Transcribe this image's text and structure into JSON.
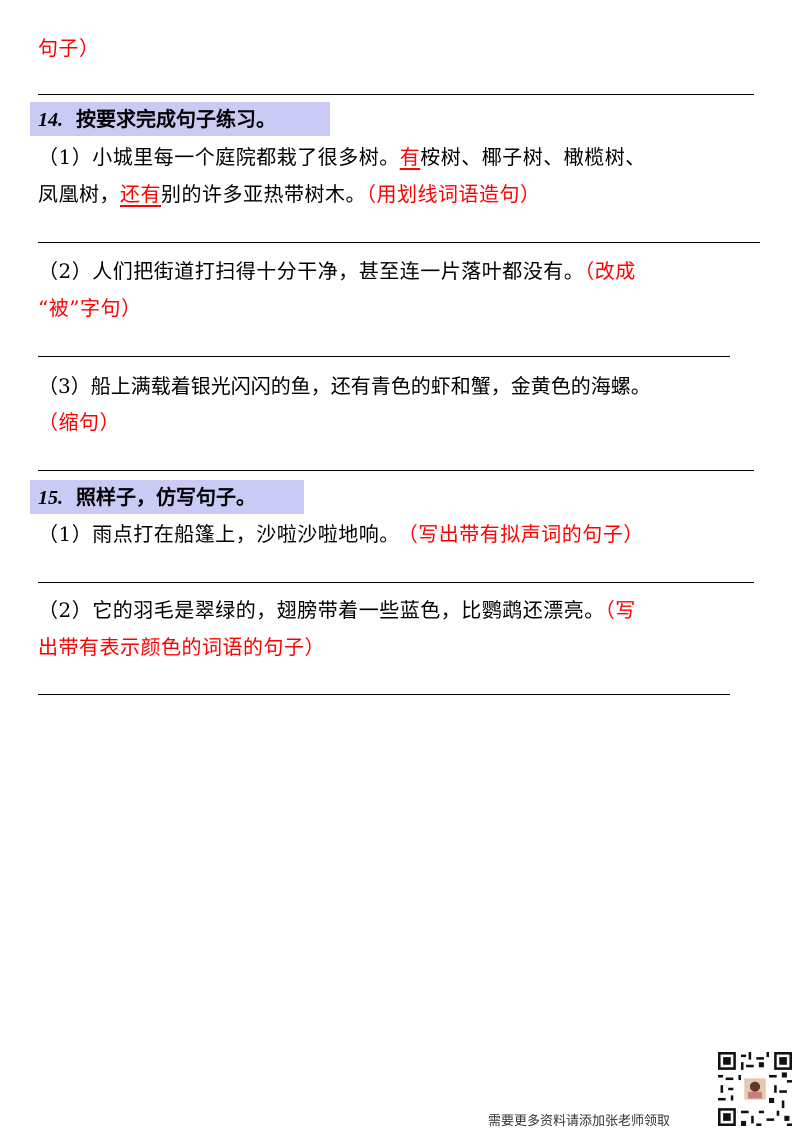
{
  "colors": {
    "highlight": "#c9cbf5",
    "instruction": "#ff0000"
  },
  "top_fragment": "句子）",
  "q14": {
    "number": "14.",
    "title": "按要求完成句子练习。",
    "items": [
      {
        "line1_a": "（1）小城里每一个庭院都栽了很多树。",
        "line1_u": "有",
        "line1_b": "桉树、椰子树、橄榄树、",
        "line2_a": "凤凰树，",
        "line2_u": "还有",
        "line2_b": "别的许多亚热带树木。",
        "instruction": "（用划线词语造句）"
      },
      {
        "line1": "（2）人们把街道打扫得十分干净，甚至连一片落叶都没有。",
        "instr1": "（改成",
        "instr2": "“被”字句）"
      },
      {
        "line1": "（3）船上满载着银光闪闪的鱼，还有青色的虾和蟹，金黄色的海螺。",
        "instruction": "（缩句）"
      }
    ]
  },
  "q15": {
    "number": "15.",
    "title": "照样子，仿写句子。",
    "items": [
      {
        "line1": "（1）雨点打在船篷上，沙啦沙啦地响。",
        "instruction": "（写出带有拟声词的句子）"
      },
      {
        "line1": "（2）它的羽毛是翠绿的，翅膀带着一些蓝色，比鹦鹉还漂亮。",
        "instr1": "（写",
        "instr2": "出带有表示颜色的词语的句子）"
      }
    ]
  },
  "footer": {
    "text": "需要更多资料请添加张老师领取"
  },
  "qr_icon": "qr-code-icon"
}
